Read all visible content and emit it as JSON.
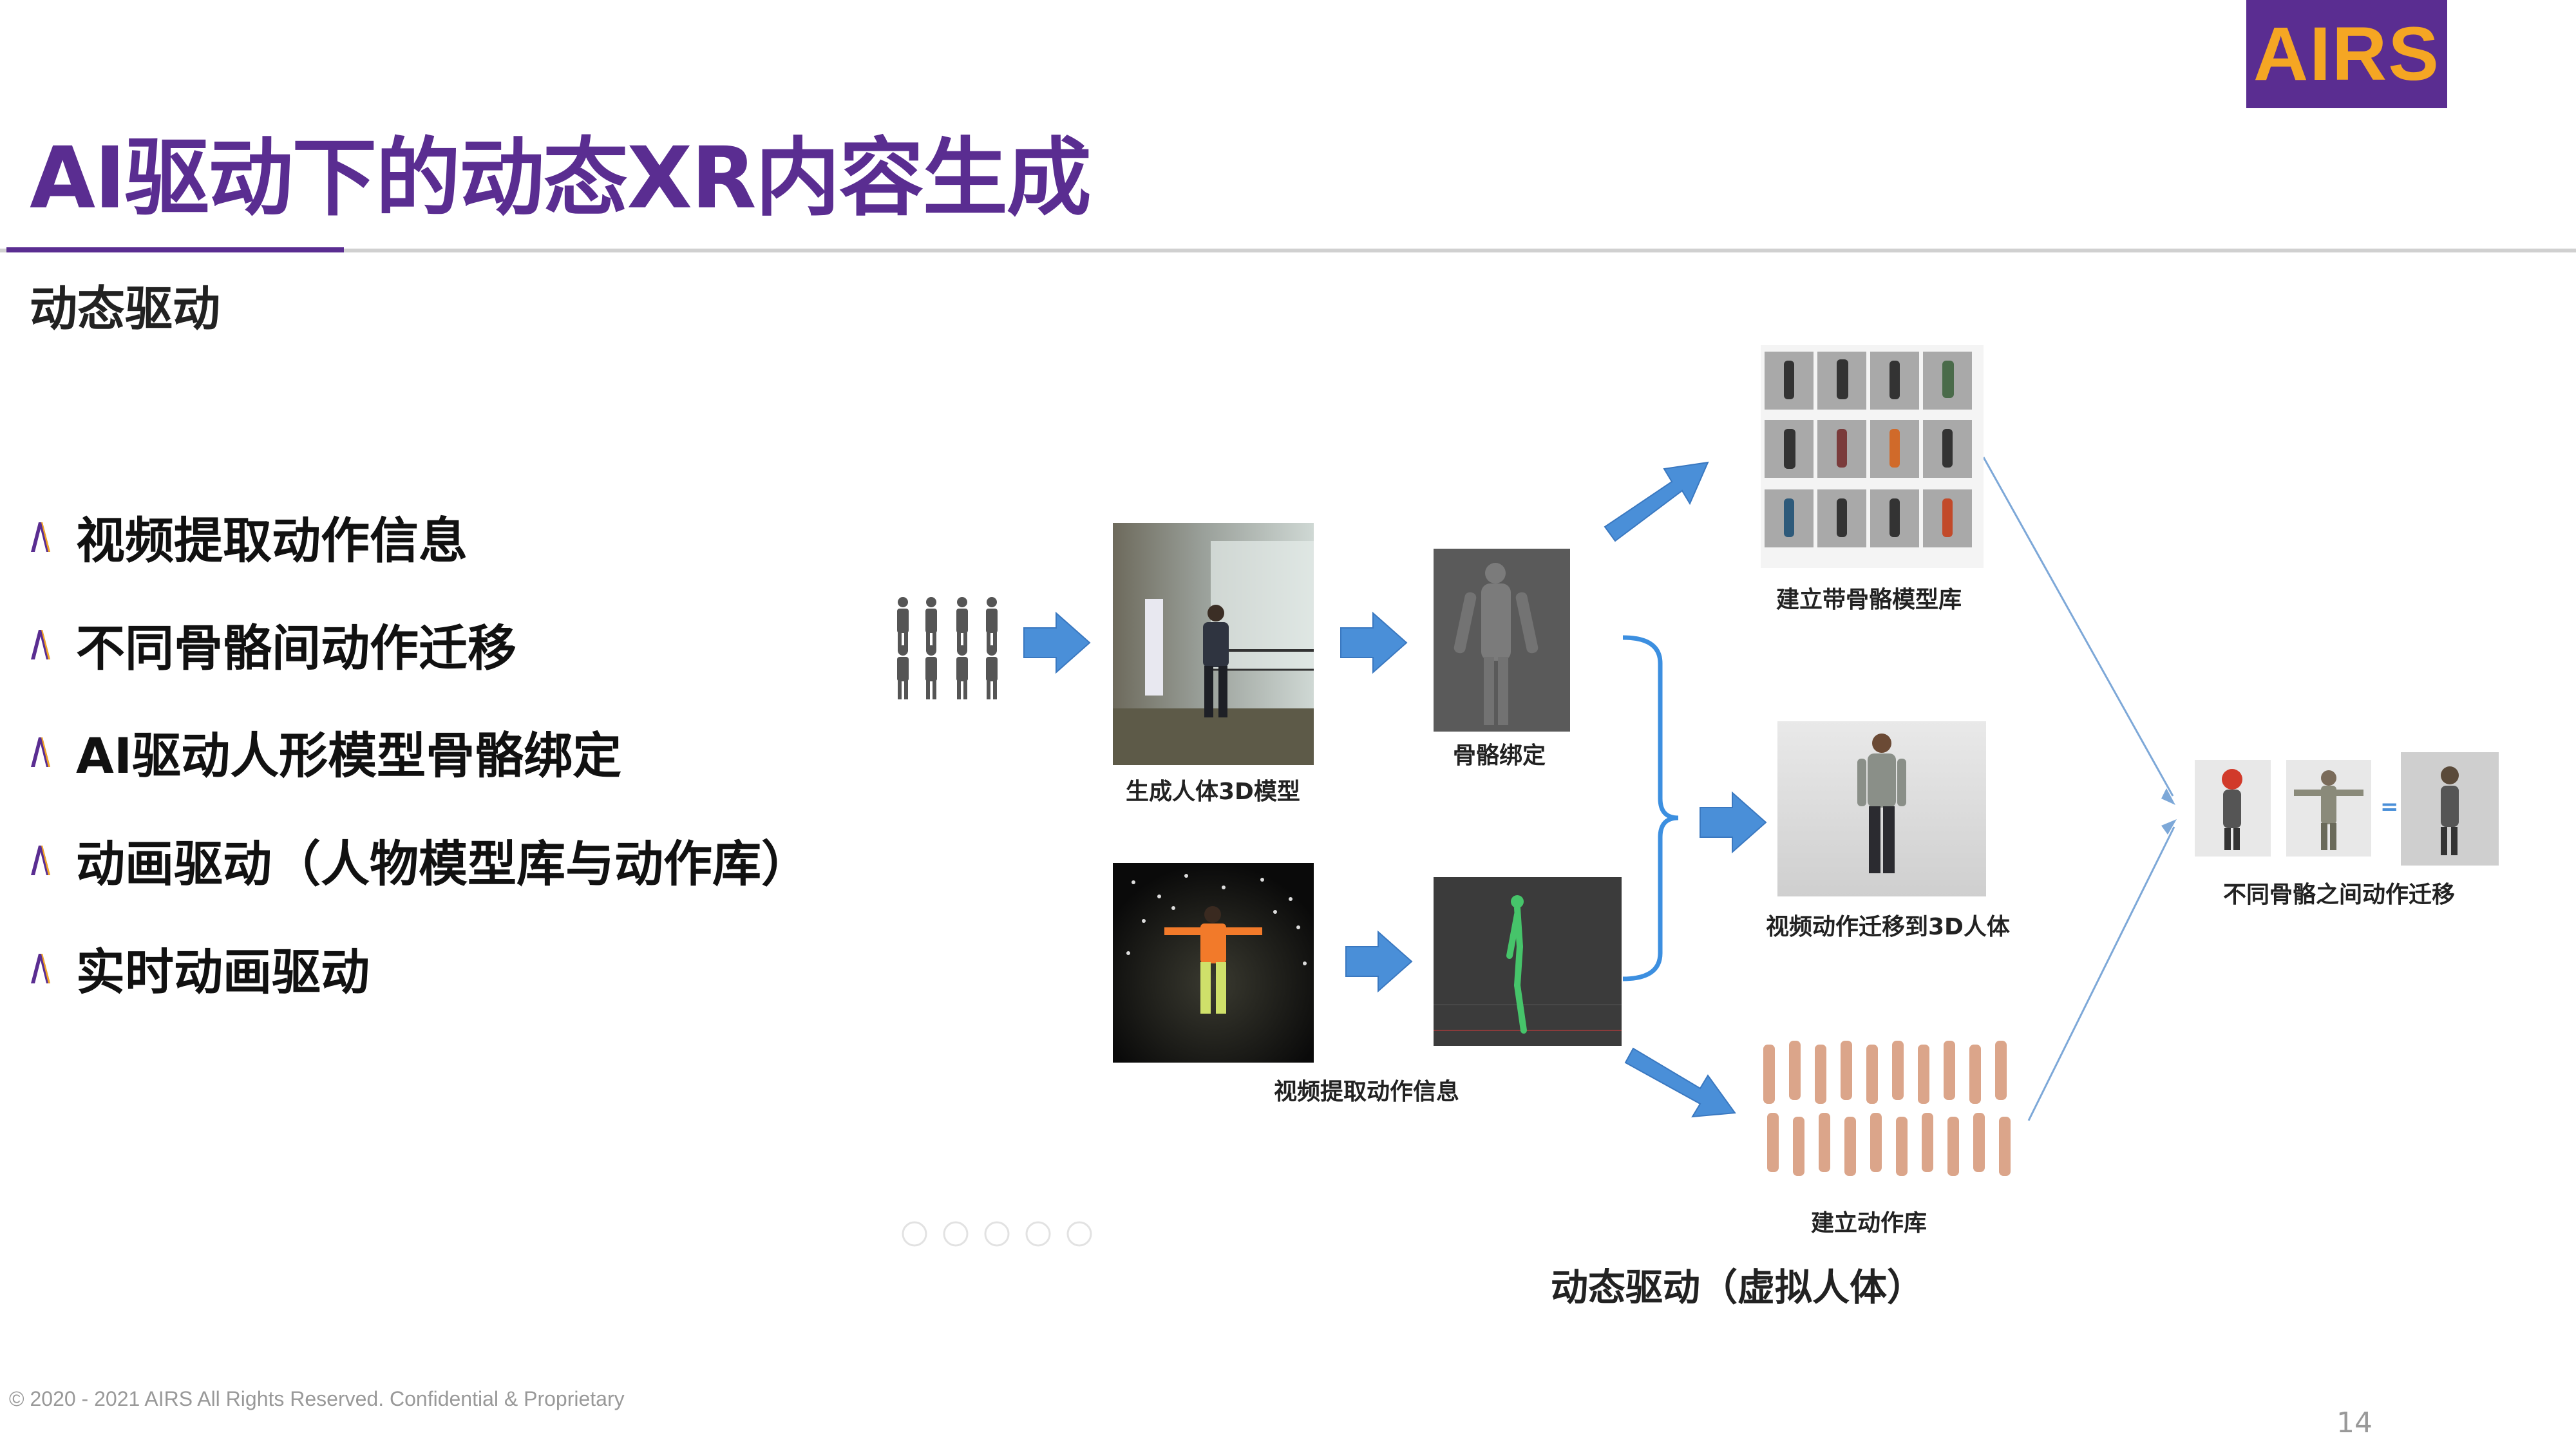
{
  "header": {
    "logo_text": "AIRS",
    "title": "AI驱动下的动态XR内容生成",
    "subtitle": "动态驱动"
  },
  "bullets": [
    {
      "text": "视频提取动作信息"
    },
    {
      "text": "不同骨骼间动作迁移"
    },
    {
      "text": "AI驱动人形模型骨骼绑定"
    },
    {
      "text": "动画驱动（人物模型库与动作库）"
    },
    {
      "text": "实时动画驱动"
    }
  ],
  "diagram": {
    "captions": {
      "model3d": "生成人体3D模型",
      "rigging": "骨骼绑定",
      "video_extract": "视频提取动作信息",
      "model_library": "建立带骨骼模型库",
      "transfer_3d": "视频动作迁移到3D人体",
      "motion_library": "建立动作库",
      "cross_skeleton": "不同骨骼之间动作迁移"
    },
    "bottom_caption": "动态驱动（虚拟人体）"
  },
  "colors": {
    "brand_purple": "#5a2d91",
    "logo_orange": "#f5a623",
    "arrow_blue": "#4a8fd8",
    "bracket_blue": "#3c8fe0"
  },
  "footer": {
    "copyright": "© 2020 - 2021 AIRS All Rights Reserved. Confidential & Proprietary",
    "page_number": "14"
  }
}
